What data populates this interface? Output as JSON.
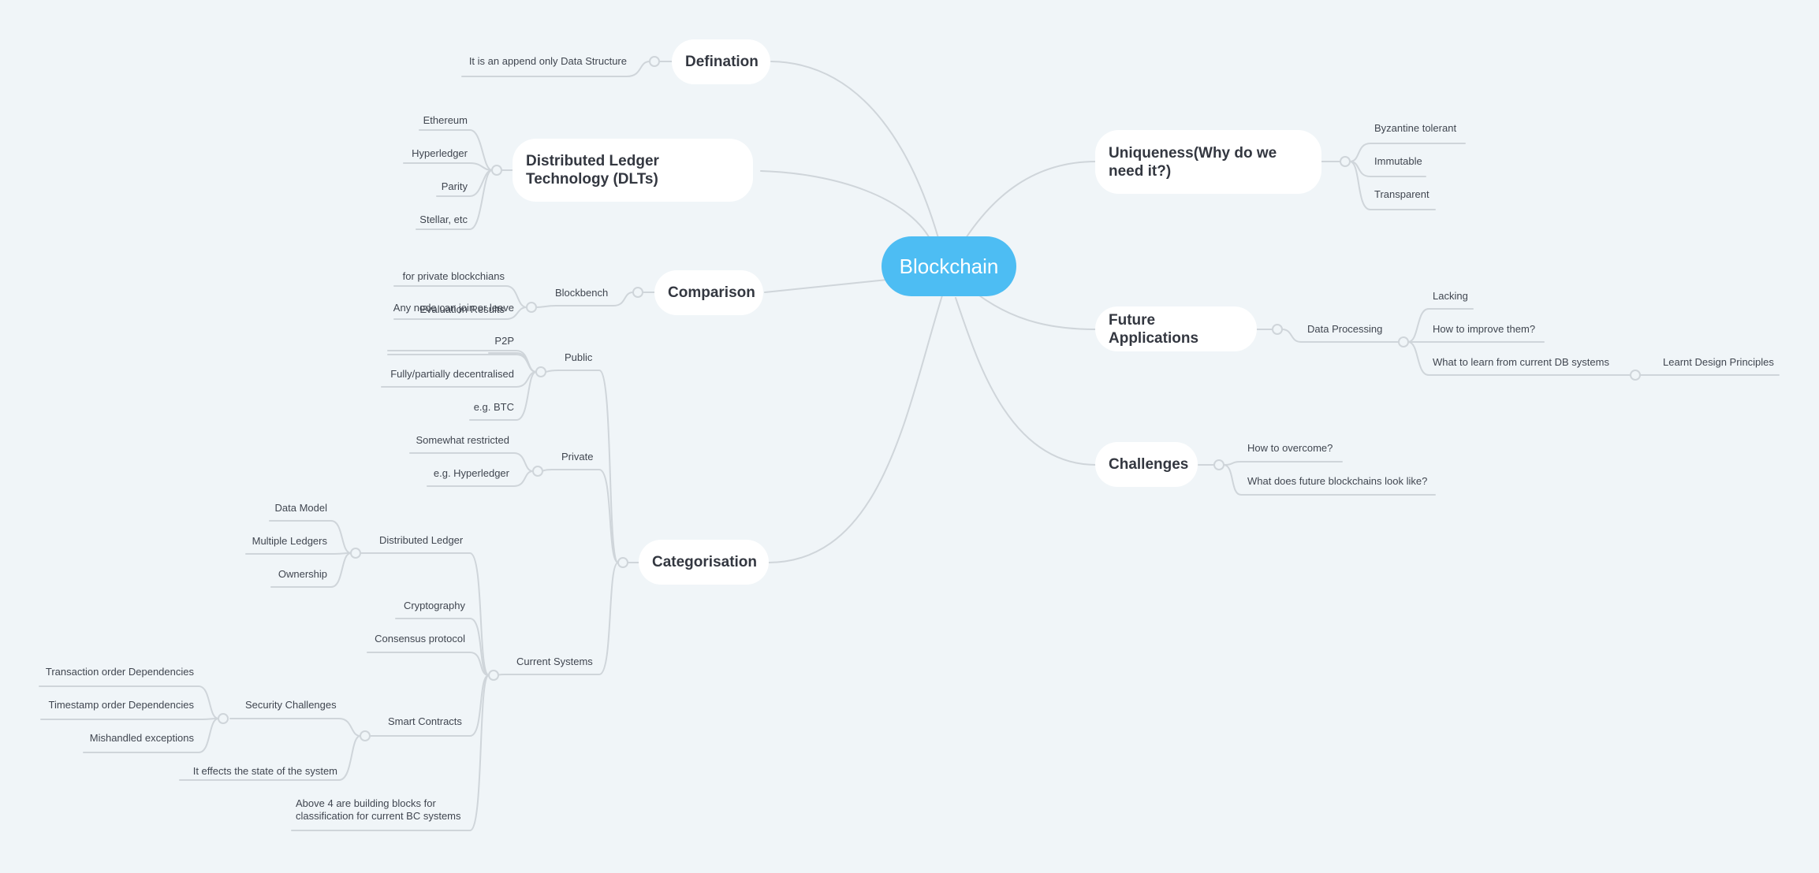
{
  "root": {
    "label": "Blockchain"
  },
  "colors": {
    "background": "#f0f5f8",
    "root": "#4dbdf3",
    "topic": "#ffffff",
    "line": "#cfd5da",
    "text": "#333740"
  },
  "topics": {
    "defination": {
      "label": "Defination",
      "children": [
        "It is an append only Data Structure"
      ]
    },
    "dlt": {
      "label": "Distributed Ledger Technology (DLTs)",
      "children": [
        "Ethereum",
        "Hyperledger",
        "Parity",
        "Stellar, etc"
      ]
    },
    "comparison": {
      "label": "Comparison",
      "blockbench": "Blockbench",
      "children": [
        "for private blockchians",
        "Evaluation Results"
      ]
    },
    "categorisation": {
      "label": "Categorisation",
      "public": {
        "label": "Public",
        "children": [
          "Any node can join or leave",
          "P2P",
          "Fully/partially decentralised",
          "e.g. BTC"
        ]
      },
      "private": {
        "label": "Private",
        "children": [
          "Somewhat restricted",
          "e.g. Hyperledger"
        ]
      },
      "current_systems": {
        "label": "Current Systems",
        "distributed_ledger": {
          "label": "Distributed Ledger",
          "children": [
            "Data Model",
            "Multiple Ledgers",
            "Ownership"
          ]
        },
        "cryptography": "Cryptography",
        "consensus": "Consensus protocol",
        "smart_contracts": {
          "label": "Smart Contracts",
          "security": {
            "label": "Security Challenges",
            "children": [
              "Transaction order Dependencies",
              "Timestamp order Dependencies",
              "Mishandled exceptions"
            ]
          },
          "state": "It effects the state of the system"
        },
        "building_blocks": "Above 4 are building blocks for classification for current BC systems"
      }
    },
    "uniqueness": {
      "label": "Uniqueness(Why do we need it?)",
      "children": [
        "Byzantine tolerant",
        "Immutable",
        "Transparent"
      ]
    },
    "future": {
      "label": "Future Applications",
      "data_processing": {
        "label": "Data Processing",
        "children": [
          "Lacking",
          "How to improve them?",
          "What to learn from current DB systems"
        ],
        "design_principles": "Learnt Design Principles"
      }
    },
    "challenges": {
      "label": "Challenges",
      "children": [
        "How to overcome?",
        "What does future blockchains look like?"
      ]
    }
  }
}
